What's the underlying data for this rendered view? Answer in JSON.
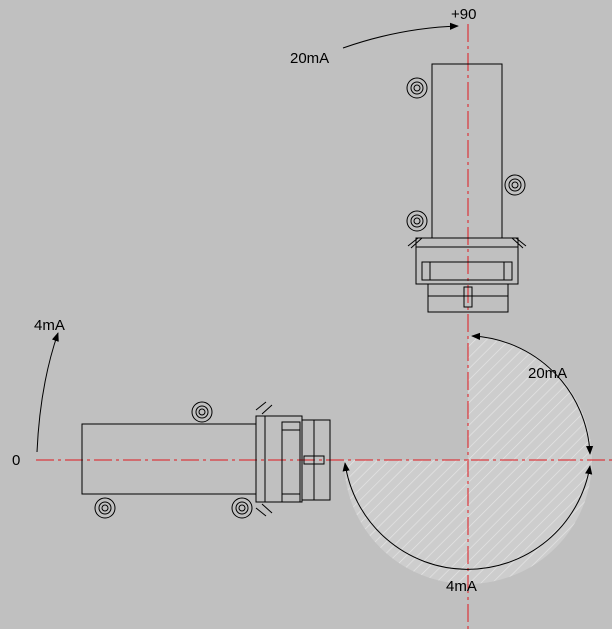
{
  "diagram": {
    "label_plus90": "+90",
    "label_zero": "0",
    "label_20mA_top": "20mA",
    "label_4mA_left": "4mA",
    "label_20mA_right": "20mA",
    "label_4mA_bottom": "4mA"
  },
  "colors": {
    "background": "#c0c0c0",
    "centerline": "#e0191e",
    "outline": "#000000",
    "hatch_fill": "#cdcdcd",
    "hatch_line": "#e6e6e6"
  }
}
